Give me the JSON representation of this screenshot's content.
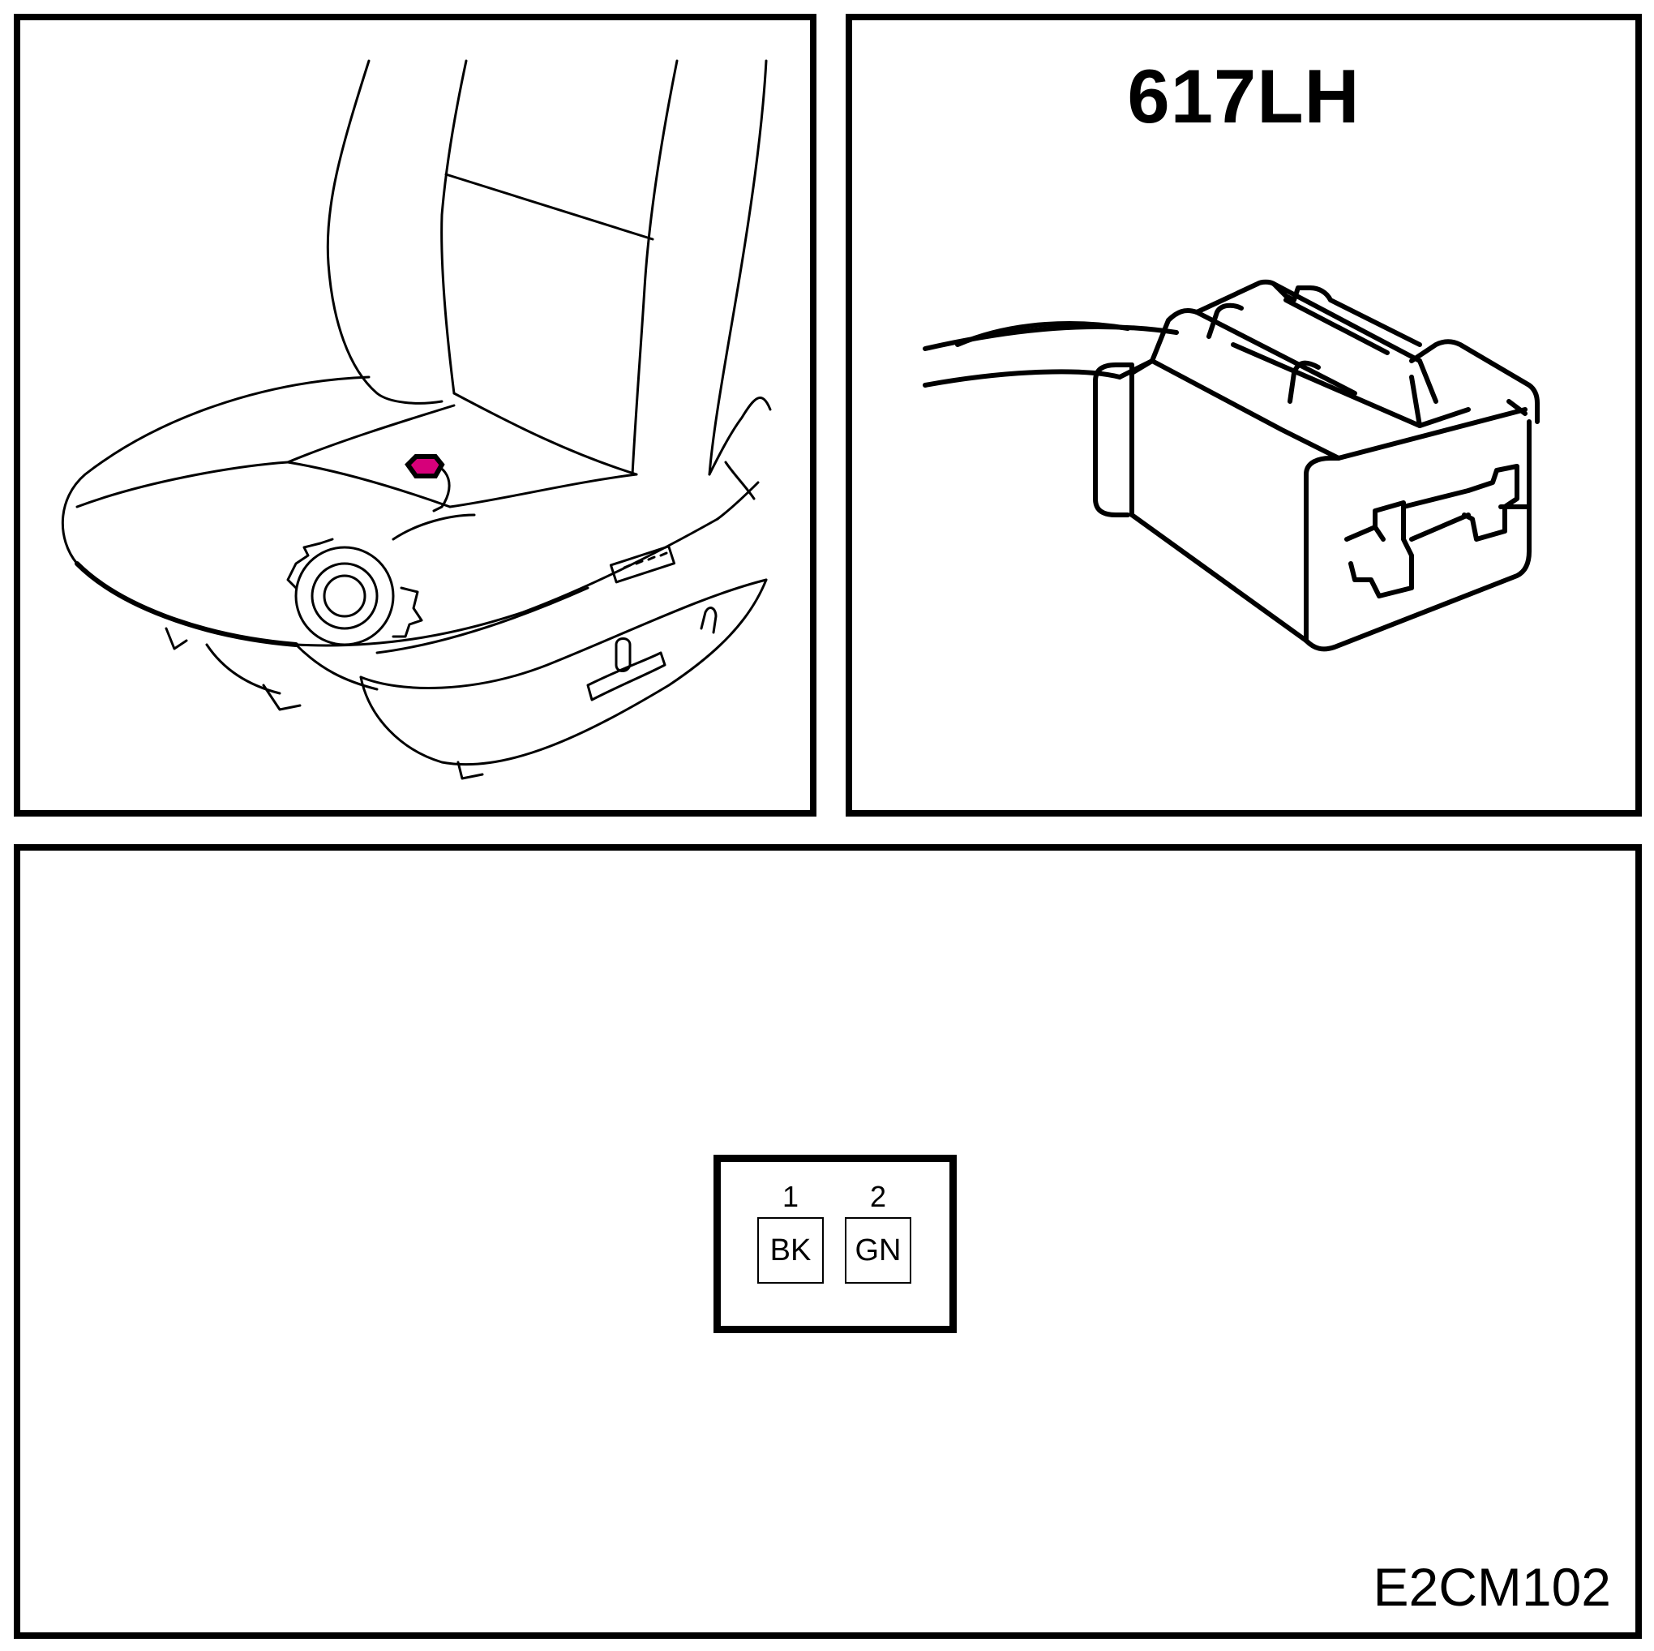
{
  "connector": {
    "title": "617LH"
  },
  "pinout": {
    "pins": [
      {
        "number": "1",
        "wire_color": "BK"
      },
      {
        "number": "2",
        "wire_color": "GN"
      }
    ]
  },
  "figure_code": "E2CM102",
  "colors": {
    "line": "#000000",
    "location_marker": "#d6007a",
    "background": "#ffffff"
  }
}
